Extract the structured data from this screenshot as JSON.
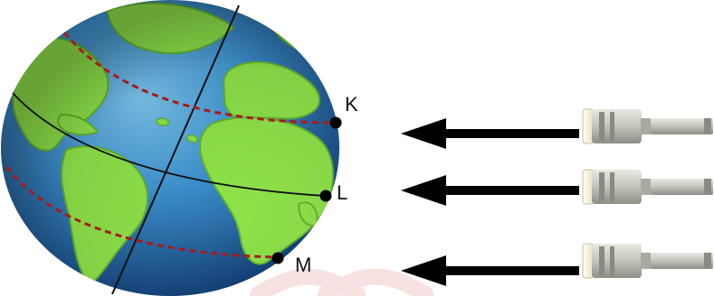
{
  "points": {
    "k": "K",
    "l": "L",
    "m": "M"
  },
  "colors": {
    "ocean_dark": "#123d73",
    "ocean_light": "#4ea6de",
    "land": "#8fe34a",
    "land_dark": "#63b32f",
    "latitude_dashed": "#a61b1b",
    "axis": "#111111",
    "arrow": "#000000",
    "flashlight_body": "#bdbdb5",
    "flashlight_dark": "#8a8a83",
    "flashlight_lens": "#fffbe8",
    "watermark": "#f2c9c9"
  },
  "icons": {
    "globe": "earth-globe",
    "light_source": "flashlight-icon",
    "ray": "arrow-left-icon"
  }
}
